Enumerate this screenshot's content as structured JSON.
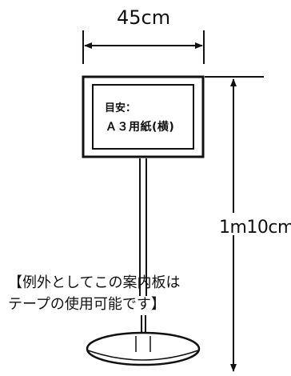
{
  "dimensions": {
    "width": "45cm",
    "height": "1m10cm"
  },
  "board": {
    "line1": "目安：",
    "line2": "Ａ３用紙(横)"
  },
  "note": {
    "line1": "【例外としてこの案内板は",
    "line2": "テープの使用可能です】"
  },
  "colors": {
    "ink": "#111111",
    "background": "#ffffff"
  }
}
